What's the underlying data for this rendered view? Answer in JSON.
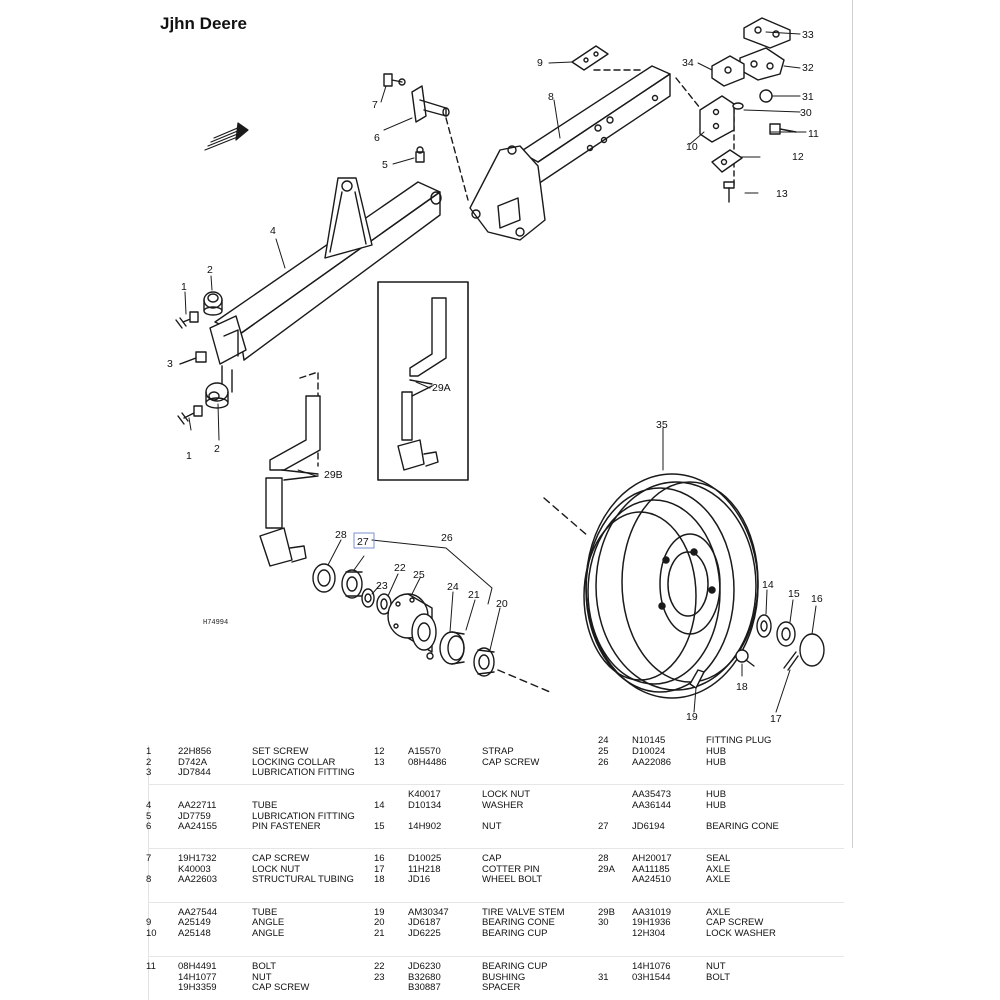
{
  "title": "Jjhn Deere",
  "figure_code": "H74994",
  "callouts": {
    "c1a": "1",
    "c1b": "1",
    "c2a": "2",
    "c2b": "2",
    "c3": "3",
    "c4": "4",
    "c5": "5",
    "c6": "6",
    "c7": "7",
    "c8": "8",
    "c9": "9",
    "c10": "10",
    "c11": "11",
    "c12": "12",
    "c13": "13",
    "c15": "15",
    "c16": "16",
    "c17": "17",
    "c18": "18",
    "c19": "19",
    "c20": "20",
    "c21": "21",
    "c22": "22",
    "c23": "23",
    "c24": "24",
    "c25": "25",
    "c26": "26",
    "c27": "27",
    "c28": "28",
    "c29a": "29A",
    "c29b": "29B",
    "c30": "30",
    "c31": "31",
    "c32": "32",
    "c33": "33",
    "c34": "34",
    "c35": "35",
    "c14": "14"
  },
  "parts_col1": [
    {
      "no": "1",
      "part": "22H856",
      "desc": "SET SCREW"
    },
    {
      "no": "2",
      "part": "D742A",
      "desc": "LOCKING COLLAR"
    },
    {
      "no": "3",
      "part": "JD7844",
      "desc": "LUBRICATION FITTING"
    },
    {
      "no": "4",
      "part": "AA22711",
      "desc": "TUBE"
    },
    {
      "no": "5",
      "part": "JD7759",
      "desc": "LUBRICATION FITTING"
    },
    {
      "no": "6",
      "part": "AA24155",
      "desc": "PIN FASTENER"
    },
    {
      "no": "7",
      "part": "19H1732",
      "desc": "CAP SCREW"
    },
    {
      "no": "",
      "part": "K40003",
      "desc": "LOCK NUT"
    },
    {
      "no": "8",
      "part": "AA22603",
      "desc": "STRUCTURAL TUBING"
    },
    {
      "no": "",
      "part": "AA27544",
      "desc": "TUBE"
    },
    {
      "no": "9",
      "part": "A25149",
      "desc": "ANGLE"
    },
    {
      "no": "10",
      "part": "A25148",
      "desc": "ANGLE"
    },
    {
      "no": "11",
      "part": "08H4491",
      "desc": "BOLT"
    },
    {
      "no": "",
      "part": "14H1077",
      "desc": "NUT"
    },
    {
      "no": "",
      "part": "19H3359",
      "desc": "CAP SCREW"
    }
  ],
  "parts_col2": [
    {
      "no": "12",
      "part": "A15570",
      "desc": "STRAP"
    },
    {
      "no": "13",
      "part": "08H4486",
      "desc": "CAP SCREW"
    },
    {
      "no": "",
      "part": "K40017",
      "desc": "LOCK NUT"
    },
    {
      "no": "14",
      "part": "D10134",
      "desc": "WASHER"
    },
    {
      "no": "15",
      "part": "14H902",
      "desc": "NUT"
    },
    {
      "no": "16",
      "part": "D10025",
      "desc": "CAP"
    },
    {
      "no": "17",
      "part": "11H218",
      "desc": "COTTER PIN"
    },
    {
      "no": "18",
      "part": "JD16",
      "desc": "WHEEL BOLT"
    },
    {
      "no": "19",
      "part": "AM30347",
      "desc": "TIRE VALVE STEM"
    },
    {
      "no": "20",
      "part": "JD6187",
      "desc": "BEARING CONE"
    },
    {
      "no": "21",
      "part": "JD6225",
      "desc": "BEARING CUP"
    },
    {
      "no": "22",
      "part": "JD6230",
      "desc": "BEARING CUP"
    },
    {
      "no": "23",
      "part": "B32680",
      "desc": "BUSHING"
    },
    {
      "no": "",
      "part": "B30887",
      "desc": "SPACER"
    }
  ],
  "parts_col3": [
    {
      "no": "24",
      "part": "N10145",
      "desc": "FITTING PLUG"
    },
    {
      "no": "25",
      "part": "D10024",
      "desc": "HUB"
    },
    {
      "no": "26",
      "part": "AA22086",
      "desc": "HUB"
    },
    {
      "no": "",
      "part": "AA35473",
      "desc": "HUB"
    },
    {
      "no": "",
      "part": "AA36144",
      "desc": "HUB"
    },
    {
      "no": "27",
      "part": "JD6194",
      "desc": "BEARING CONE"
    },
    {
      "no": "28",
      "part": "AH20017",
      "desc": "SEAL"
    },
    {
      "no": "29A",
      "part": "AA11185",
      "desc": "AXLE"
    },
    {
      "no": "",
      "part": "AA24510",
      "desc": "AXLE"
    },
    {
      "no": "29B",
      "part": "AA31019",
      "desc": "AXLE"
    },
    {
      "no": "30",
      "part": "19H1936",
      "desc": "CAP SCREW"
    },
    {
      "no": "",
      "part": "12H304",
      "desc": "LOCK WASHER"
    },
    {
      "no": "",
      "part": "14H1076",
      "desc": "NUT"
    },
    {
      "no": "31",
      "part": "03H1544",
      "desc": "BOLT"
    }
  ]
}
